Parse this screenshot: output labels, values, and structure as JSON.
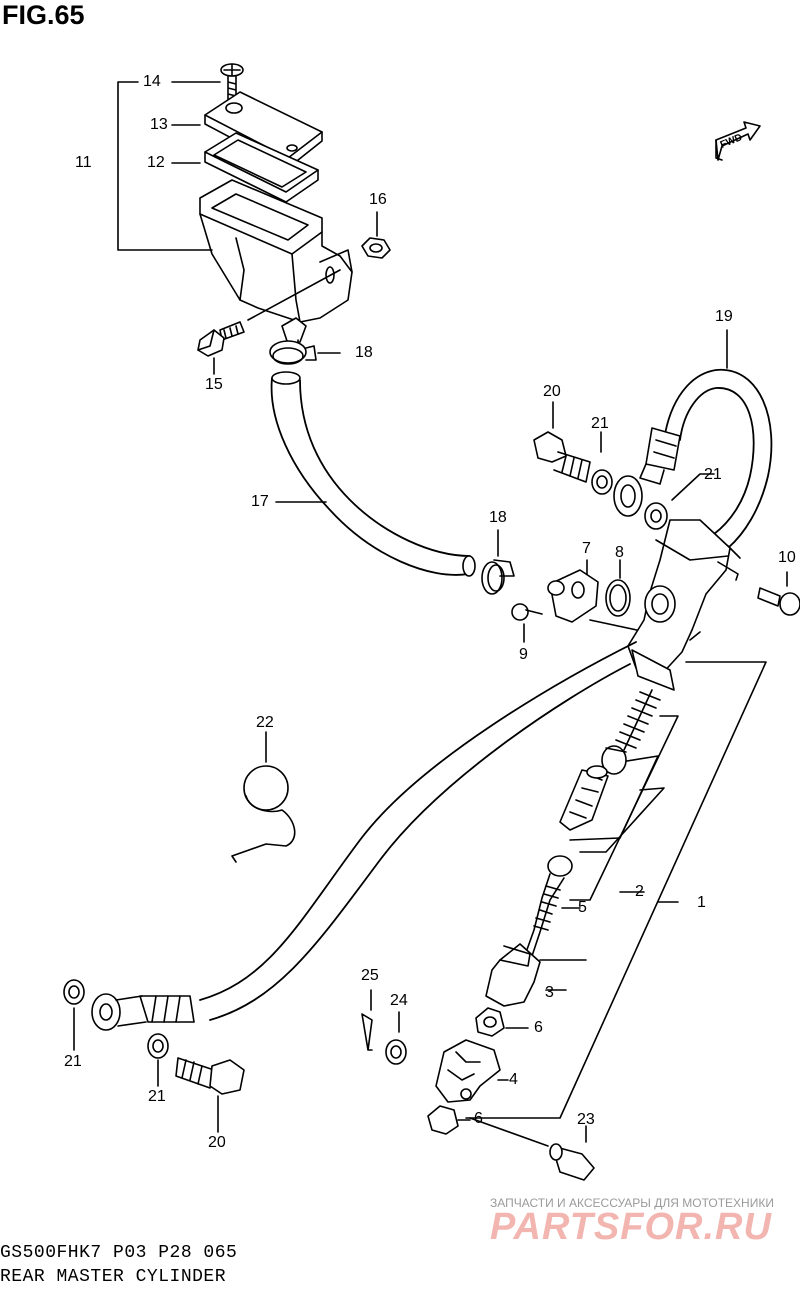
{
  "figure": {
    "title": "FIG.65",
    "code": "GS500FHK7 P03 P28 065",
    "name": "REAR MASTER CYLINDER",
    "fwd_label": "FWD"
  },
  "watermark": {
    "tagline": "ЗАПЧАСТИ И АКСЕССУАРЫ ДЛЯ МОТОТЕХНИКИ",
    "logo": "PARTSFOR.RU"
  },
  "callouts": [
    {
      "id": "c14",
      "text": "14"
    },
    {
      "id": "c13",
      "text": "13"
    },
    {
      "id": "c12",
      "text": "12"
    },
    {
      "id": "c11",
      "text": "11"
    },
    {
      "id": "c16",
      "text": "16"
    },
    {
      "id": "c15",
      "text": "15"
    },
    {
      "id": "c18a",
      "text": "18"
    },
    {
      "id": "c17",
      "text": "17"
    },
    {
      "id": "c19",
      "text": "19"
    },
    {
      "id": "c20a",
      "text": "20"
    },
    {
      "id": "c21a",
      "text": "21"
    },
    {
      "id": "c21b",
      "text": "21"
    },
    {
      "id": "c18b",
      "text": "18"
    },
    {
      "id": "c7",
      "text": "7"
    },
    {
      "id": "c8",
      "text": "8"
    },
    {
      "id": "c10",
      "text": "10"
    },
    {
      "id": "c9",
      "text": "9"
    },
    {
      "id": "c22",
      "text": "22"
    },
    {
      "id": "c2",
      "text": "2"
    },
    {
      "id": "c1",
      "text": "1"
    },
    {
      "id": "c5",
      "text": "5"
    },
    {
      "id": "c3",
      "text": "3"
    },
    {
      "id": "c25",
      "text": "25"
    },
    {
      "id": "c24",
      "text": "24"
    },
    {
      "id": "c6a",
      "text": "6"
    },
    {
      "id": "c4",
      "text": "4"
    },
    {
      "id": "c6b",
      "text": "6"
    },
    {
      "id": "c23",
      "text": "23"
    },
    {
      "id": "c21c",
      "text": "21"
    },
    {
      "id": "c21d",
      "text": "21"
    },
    {
      "id": "c20b",
      "text": "20"
    }
  ]
}
